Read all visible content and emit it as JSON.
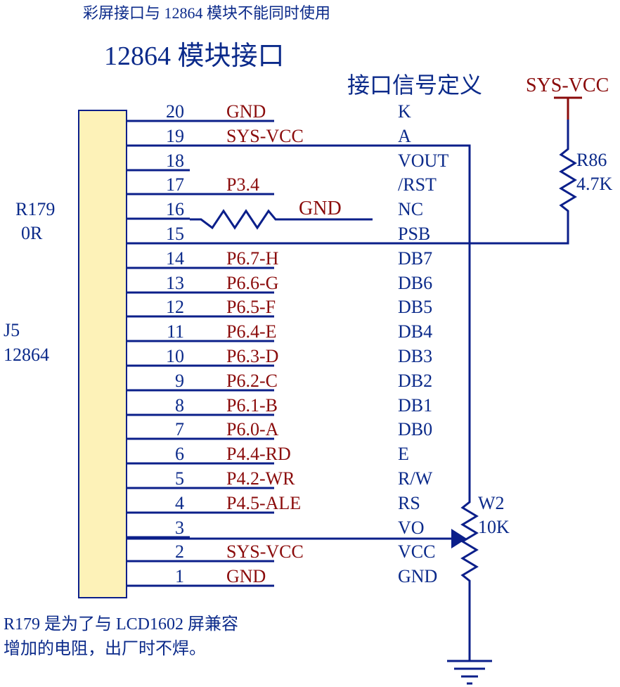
{
  "header": {
    "note": "彩屏接口与 12864 模块不能同时使用",
    "title": "12864 模块接口",
    "signal_def_title": "接口信号定义"
  },
  "connector": {
    "ref": "J5",
    "value": "12864"
  },
  "r179": {
    "ref": "R179",
    "value": "0R"
  },
  "r86": {
    "ref": "R86",
    "value": "4.7K"
  },
  "w2": {
    "ref": "W2",
    "value": "10K"
  },
  "vcc_symbol": "SYS-VCC",
  "r179_gnd": "GND",
  "pins": [
    {
      "num": "20",
      "net": "GND",
      "signal": "K"
    },
    {
      "num": "19",
      "net": "SYS-VCC",
      "signal": "A"
    },
    {
      "num": "18",
      "net": "",
      "signal": "VOUT"
    },
    {
      "num": "17",
      "net": "P3.4",
      "signal": "/RST"
    },
    {
      "num": "16",
      "net": "",
      "signal": "NC"
    },
    {
      "num": "15",
      "net": "",
      "signal": "PSB"
    },
    {
      "num": "14",
      "net": "P6.7-H",
      "signal": "DB7"
    },
    {
      "num": "13",
      "net": "P6.6-G",
      "signal": "DB6"
    },
    {
      "num": "12",
      "net": "P6.5-F",
      "signal": "DB5"
    },
    {
      "num": "11",
      "net": "P6.4-E",
      "signal": "DB4"
    },
    {
      "num": "10",
      "net": "P6.3-D",
      "signal": "DB3"
    },
    {
      "num": "9",
      "net": "P6.2-C",
      "signal": "DB2"
    },
    {
      "num": "8",
      "net": "P6.1-B",
      "signal": "DB1"
    },
    {
      "num": "7",
      "net": "P6.0-A",
      "signal": "DB0"
    },
    {
      "num": "6",
      "net": "P4.4-RD",
      "signal": "E"
    },
    {
      "num": "5",
      "net": "P4.2-WR",
      "signal": "R/W"
    },
    {
      "num": "4",
      "net": "P4.5-ALE",
      "signal": "RS"
    },
    {
      "num": "3",
      "net": "",
      "signal": "VO"
    },
    {
      "num": "2",
      "net": "SYS-VCC",
      "signal": "VCC"
    },
    {
      "num": "1",
      "net": "GND",
      "signal": "GND"
    }
  ],
  "footnote": {
    "line1": "R179 是为了与 LCD1602 屏兼容",
    "line2": "增加的电阻，出厂时不焊。"
  },
  "colors": {
    "wire": "#0b1f8a",
    "label_blue": "#0b2a8a",
    "label_red": "#8a0b0b",
    "connector_fill": "#fdf2b8"
  }
}
